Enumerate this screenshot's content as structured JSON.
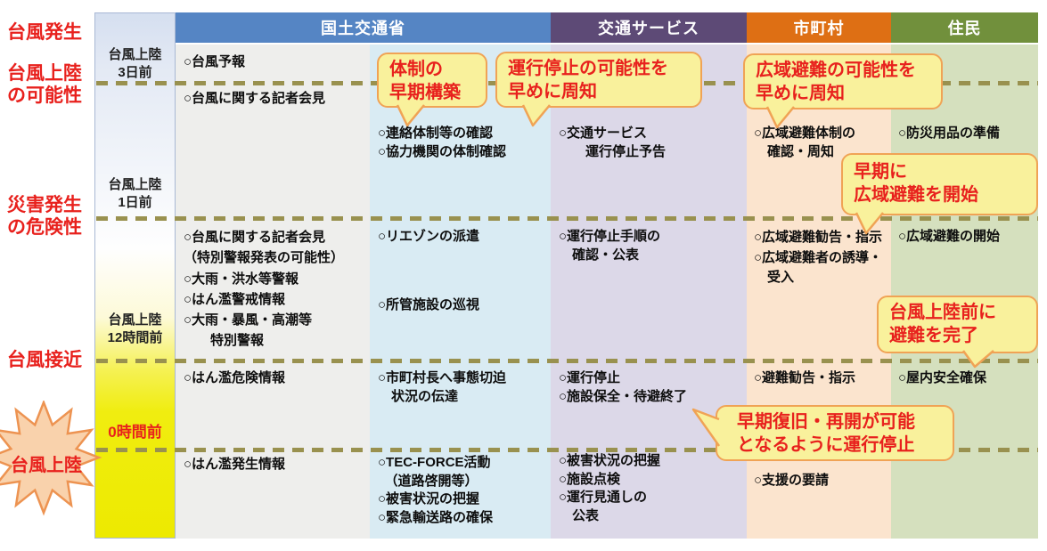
{
  "phases": {
    "genesis": "台風発生",
    "landfall_possibility": "台風上陸\nの可能性",
    "disaster_risk": "災害発生\nの危険性",
    "approach": "台風接近",
    "landfall": "台風上陸"
  },
  "timeline": {
    "d3": "台風上陸\n3日前",
    "d1": "台風上陸\n1日前",
    "h12": "台風上陸\n12時間前",
    "h0": "0時間前"
  },
  "headers": {
    "mlit": "国土交通省",
    "transport": "交通サービス",
    "municipality": "市町村",
    "residents": "住民"
  },
  "cells": {
    "r1a": "○台風予報",
    "r2a": "○台風に関する記者会見",
    "r2b": "○連絡体制等の確認\n○協力機関の体制確認",
    "r2c": "○交通サービス\n　　運行停止予告",
    "r2d": "○広域避難体制の\n　確認・周知",
    "r2e": "○防災用品の準備",
    "r3a": "○台風に関する記者会見\n（特別警報発表の可能性）\n○大雨・洪水等警報\n○はん濫警戒情報\n○大雨・暴風・高潮等\n　　特別警報",
    "r3b1": "○リエゾンの派遣",
    "r3b2": "○所管施設の巡視",
    "r3c": "○運行停止手順の\n　確認・公表",
    "r3d": "○広域避難勧告・指示\n○広域避難者の誘導・\n　受入",
    "r3e": "○広域避難の開始",
    "r4a": "○はん濫危険情報",
    "r4b": "○市町村長へ事態切迫\n　状況の伝達",
    "r4c": "○運行停止\n○施設保全・待避終了",
    "r4d": "○避難勧告・指示",
    "r4e": "○屋内安全確保",
    "r5a": "○はん濫発生情報",
    "r5b": "○TEC-FORCE活動\n　（道路啓開等）\n○被害状況の把握\n○緊急輸送路の確保",
    "r5c": "○被害状況の把握\n○施設点検\n○運行見通しの\n　公表",
    "r5d": "○支援の要請"
  },
  "callouts": {
    "c1": "体制の\n早期構築",
    "c2": "運行停止の可能性を\n早めに周知",
    "c3": "広域避難の可能性を\n早めに周知",
    "c4": "早期に\n広域避難を開始",
    "c5": "台風上陸前に\n避難を完了",
    "c6": "早期復旧・再開が可能\nとなるように運行停止"
  },
  "colors": {
    "header_mlit": "#5585C4",
    "header_transport": "#5D4A76",
    "header_municipality": "#DE6F14",
    "header_residents": "#71903C",
    "callout_fill": "#F9F19C",
    "callout_border": "#F0A355",
    "accent_red": "#E8211D",
    "dash_olive": "#99914F"
  }
}
